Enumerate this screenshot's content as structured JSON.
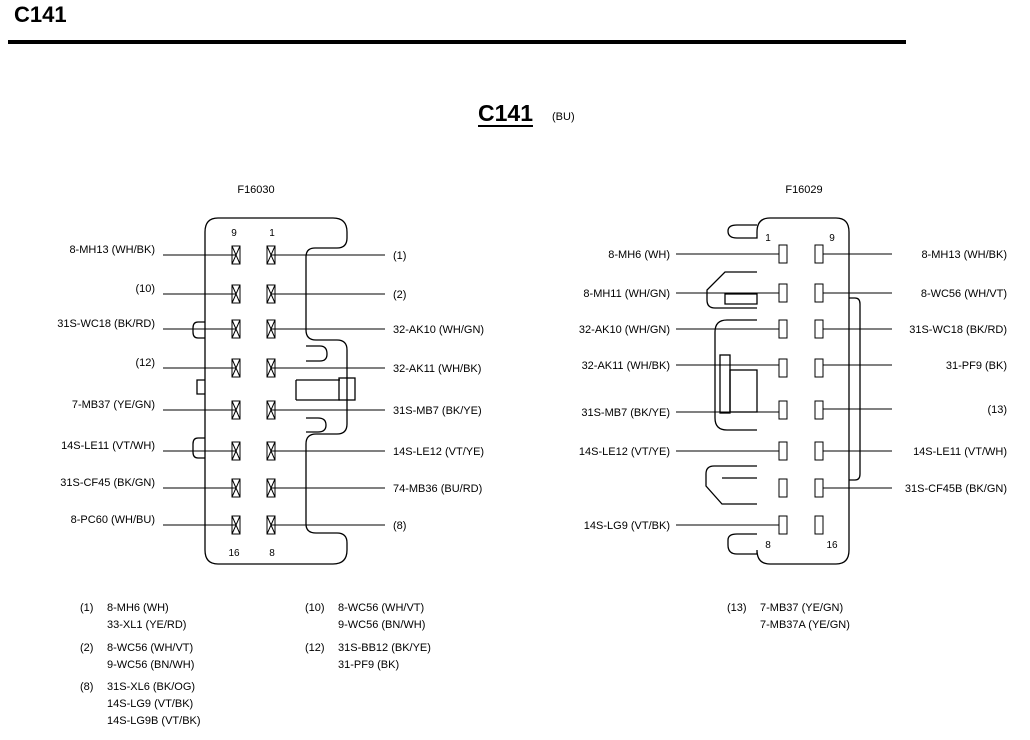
{
  "page_title": "C141",
  "connector": {
    "name": "C141",
    "color": "(BU)"
  },
  "left_view": {
    "part_number": "F16030",
    "corner_numbers": {
      "top_left": "9",
      "top_right": "1",
      "bottom_left": "16",
      "bottom_right": "8"
    },
    "left_labels": [
      "8-MH13 (WH/BK)",
      "(10)",
      "31S-WC18 (BK/RD)",
      "(12)",
      "7-MB37 (YE/GN)",
      "14S-LE11 (VT/WH)",
      "31S-CF45 (BK/GN)",
      "8-PC60 (WH/BU)"
    ],
    "right_labels": [
      "(1)",
      "(2)",
      "32-AK10 (WH/GN)",
      "32-AK11 (WH/BK)",
      "31S-MB7 (BK/YE)",
      "14S-LE12 (VT/YE)",
      "74-MB36 (BU/RD)",
      "(8)"
    ]
  },
  "right_view": {
    "part_number": "F16029",
    "corner_numbers": {
      "top_left": "1",
      "top_right": "9",
      "bottom_left": "8",
      "bottom_right": "16"
    },
    "left_labels": [
      "8-MH6 (WH)",
      "8-MH11 (WH/GN)",
      "32-AK10 (WH/GN)",
      "32-AK11 (WH/BK)",
      "31S-MB7 (BK/YE)",
      "14S-LE12 (VT/YE)",
      "14S-LG9 (VT/BK)"
    ],
    "right_labels": [
      "8-MH13 (WH/BK)",
      "8-WC56 (WH/VT)",
      "31S-WC18 (BK/RD)",
      "31-PF9 (BK)",
      "(13)",
      "14S-LE11 (VT/WH)",
      "31S-CF45B (BK/GN)"
    ]
  },
  "legend": [
    {
      "key": "(1)",
      "values": [
        "8-MH6 (WH)",
        "33-XL1 (YE/RD)"
      ]
    },
    {
      "key": "(2)",
      "values": [
        "8-WC56 (WH/VT)",
        "9-WC56 (BN/WH)"
      ]
    },
    {
      "key": "(8)",
      "values": [
        "31S-XL6 (BK/OG)",
        "14S-LG9 (VT/BK)",
        "14S-LG9B (VT/BK)"
      ]
    },
    {
      "key": "(10)",
      "values": [
        "8-WC56 (WH/VT)",
        "9-WC56 (BN/WH)"
      ]
    },
    {
      "key": "(12)",
      "values": [
        "31S-BB12 (BK/YE)",
        "31-PF9 (BK)"
      ]
    },
    {
      "key": "(13)",
      "values": [
        "7-MB37 (YE/GN)",
        "7-MB37A (YE/GN)"
      ]
    }
  ]
}
